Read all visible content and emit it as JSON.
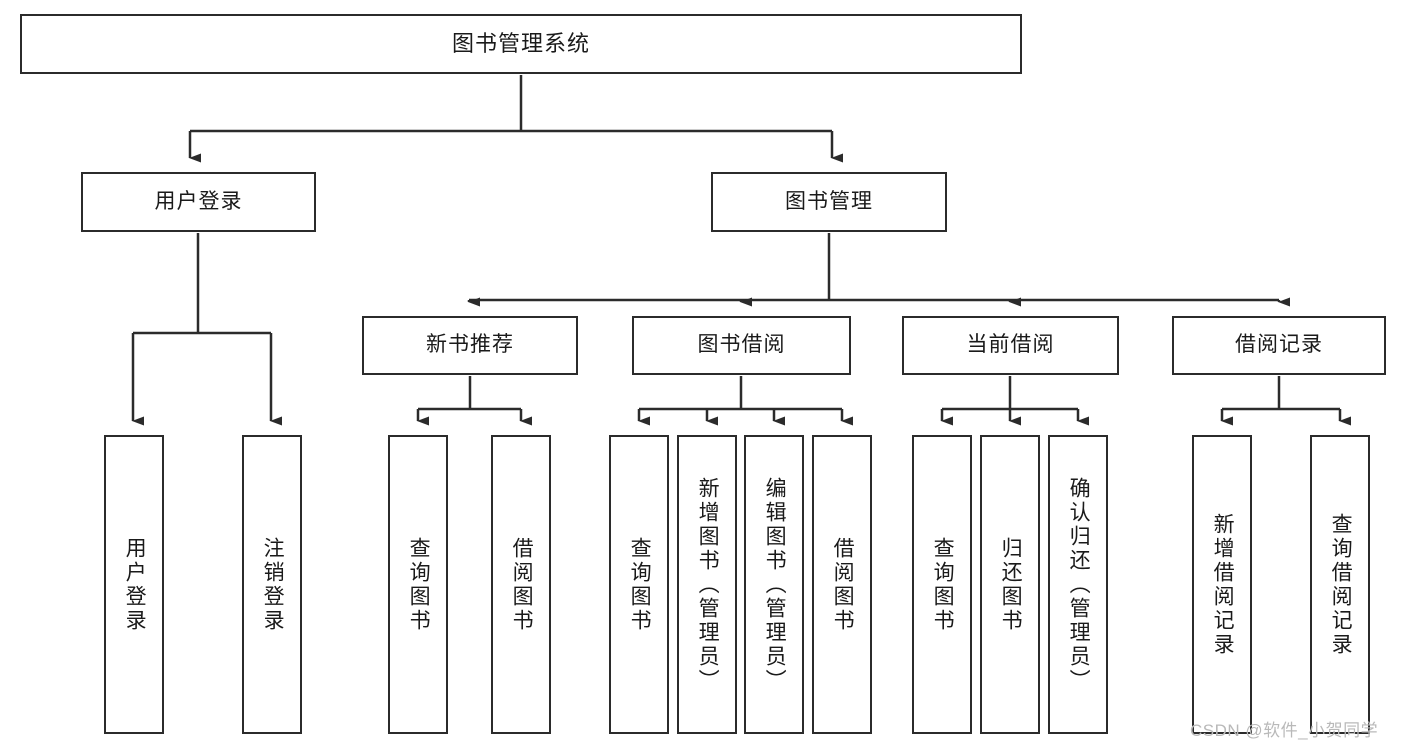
{
  "diagram": {
    "title": "图书管理系统",
    "type": "tree-hierarchy",
    "watermark": "CSDN @软件_小贺同学",
    "colors": {
      "background": "#ffffff",
      "box_border": "#2b2b2b",
      "box_fill": "#ffffff",
      "text": "#1a1a1a",
      "line": "#2b2b2b",
      "watermark": "#b9b9b9"
    },
    "nodes": {
      "root": {
        "label": "图书管理系统"
      },
      "level2": [
        {
          "label": "用户登录"
        },
        {
          "label": "图书管理"
        }
      ],
      "level3": [
        {
          "label": "新书推荐"
        },
        {
          "label": "图书借阅"
        },
        {
          "label": "当前借阅"
        },
        {
          "label": "借阅记录"
        }
      ],
      "leaves": {
        "user_login": [
          {
            "label": "用户登录"
          },
          {
            "label": "注销登录"
          }
        ],
        "new_book": [
          {
            "label": "查询图书"
          },
          {
            "label": "借阅图书"
          }
        ],
        "borrow_book": [
          {
            "label": "查询图书"
          },
          {
            "label": "新增图书（管理员）"
          },
          {
            "label": "编辑图书（管理员）"
          },
          {
            "label": "借阅图书"
          }
        ],
        "current_borrow": [
          {
            "label": "查询图书"
          },
          {
            "label": "归还图书"
          },
          {
            "label": "确认归还（管理员）"
          }
        ],
        "borrow_record": [
          {
            "label": "新增借阅记录"
          },
          {
            "label": "查询借阅记录"
          }
        ]
      }
    }
  }
}
